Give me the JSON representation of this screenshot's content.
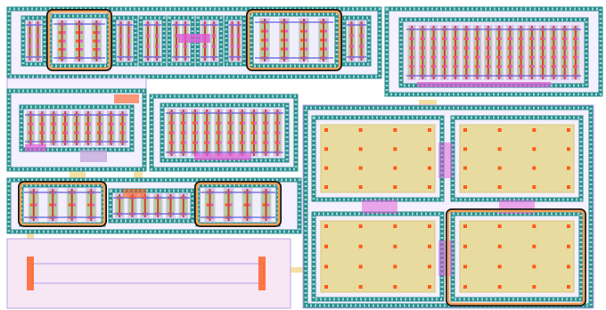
{
  "view": {
    "background": "#ffffff"
  },
  "colors": {
    "guard_ring": "#2f8f8f",
    "guard_dot": "#9ad6d6",
    "nwell": "#b9a7e6",
    "pwell_fill": "#f7e6f4",
    "poly": "#d23e3e",
    "diffusion": "#9ad25a",
    "metal1": "#6f6fd8",
    "metal2": "#e05ad6",
    "via": "#ff5a1a",
    "routing": "#f2d27a",
    "capacitor_fill": "#e8dba0",
    "highlight": "#f2a15a",
    "highlight_stroke": "#1a1a1a"
  },
  "blocks": [
    {
      "name": "top-left-transistor-array"
    },
    {
      "name": "top-right-transistor-array"
    },
    {
      "name": "middle-left-transistor-array"
    },
    {
      "name": "middle-center-transistor-array"
    },
    {
      "name": "lower-left-transistor-array"
    },
    {
      "name": "resistor-region"
    },
    {
      "name": "capacitor-array"
    }
  ],
  "highlights": [
    {
      "name": "highlight-top-left-1"
    },
    {
      "name": "highlight-top-left-2"
    },
    {
      "name": "highlight-lower-left-1"
    },
    {
      "name": "highlight-lower-left-2"
    },
    {
      "name": "highlight-capacitor"
    }
  ]
}
